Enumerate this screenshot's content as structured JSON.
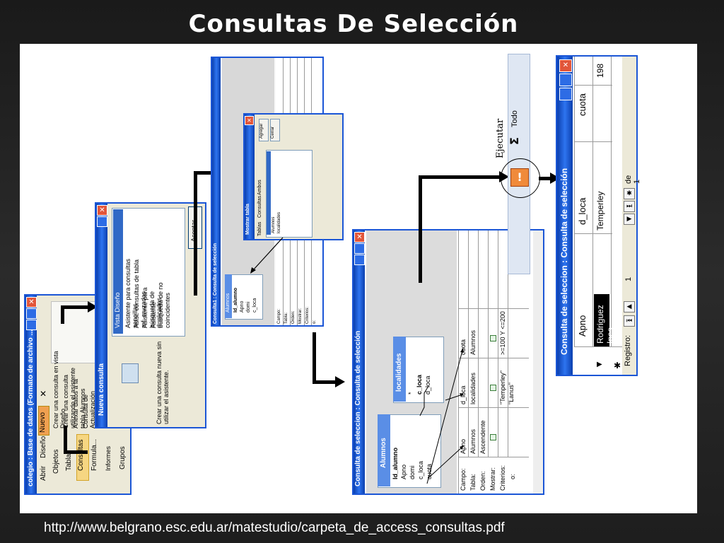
{
  "slide": {
    "title": "Consultas De Selección",
    "source_url": "http://www.belgrano.esc.edu.ar/matestudio/carpeta_de_access_consultas.pdf"
  },
  "db_window": {
    "title": "colegio : Base de datos (Formato de archivo ...",
    "toolbar": {
      "open": "Abrir",
      "design": "Diseño",
      "new": "Nuevo"
    },
    "objects_header": "Objetos",
    "objects": [
      "Tablas",
      "Consultas",
      "Formula...",
      "Informes"
    ],
    "groups": "Grupos",
    "queries": [
      "Crear una consulta en vista Diseño",
      "Crear una consulta utilizando el asistente",
      "Anexar datos a la tabla Alumnos",
      "Consulta de Actualización"
    ]
  },
  "new_query": {
    "title": "Nueva consulta",
    "description": "Crear una consulta nueva sin utilizar el asistente.",
    "options": [
      "Vista Diseño",
      "Asistente para consultas sencillas",
      "Asist. consultas de tabla ref. cruzadas",
      "Asistente para búsqueda de duplicados",
      "Asistente búsqueda de no coincidentes"
    ],
    "accept": "Aceptar"
  },
  "show_table": {
    "parent_title": "Consulta1 : Consulta de selección",
    "title": "Mostrar tabla",
    "tabs": [
      "Tablas",
      "Consultas",
      "Ambos"
    ],
    "items": [
      "Alumnos",
      "localidades"
    ],
    "add": "Agregar",
    "close": "Cerrar",
    "mini_table": {
      "name": "Alumnos",
      "fields": [
        "Id_alumno",
        "Apno",
        "domi",
        "c_loca"
      ]
    },
    "grid_labels": [
      "Campo:",
      "Tabla:",
      "Orden:",
      "Mostrar:",
      "Criterios:",
      "o:"
    ]
  },
  "design": {
    "title": "Consulta de seleccion : Consulta de selección",
    "tables": [
      {
        "name": "Alumnos",
        "fields": [
          "Id_alumno",
          "Apno",
          "domi",
          "c_loca",
          "cuota"
        ]
      },
      {
        "name": "localidades",
        "fields": [
          "*",
          "c_loca",
          "d_loca"
        ]
      }
    ],
    "row_labels": [
      "Campo:",
      "Tabla:",
      "Orden:",
      "Mostrar:",
      "Criterios:",
      "o:"
    ],
    "columns": [
      {
        "campo": "Apno",
        "tabla": "Alumnos",
        "orden": "Ascendente",
        "criterios": "",
        "o": ""
      },
      {
        "campo": "d_loca",
        "tabla": "localidades",
        "orden": "",
        "criterios": "\"Temperley\"",
        "o": "\"Lanus\""
      },
      {
        "campo": "cuota",
        "tabla": "Alumnos",
        "orden": "",
        "criterios": ">=100 Y <=200",
        "o": ""
      }
    ]
  },
  "toolbar": {
    "run_label": "Ejecutar",
    "sigma": "Σ",
    "todo": "Todo"
  },
  "result": {
    "title": "Consulta de seleccion : Consulta de selección",
    "columns": [
      "Apno",
      "d_loca",
      "cuota"
    ],
    "rows": [
      [
        "Rodriguez Ines",
        "Temperley",
        "198"
      ]
    ],
    "nav": {
      "label": "Registro:",
      "current": "1",
      "of": "de 1"
    }
  },
  "colors": {
    "titlebar": "#1b56d6",
    "close": "#e2563a",
    "run": "#f08a3a"
  }
}
